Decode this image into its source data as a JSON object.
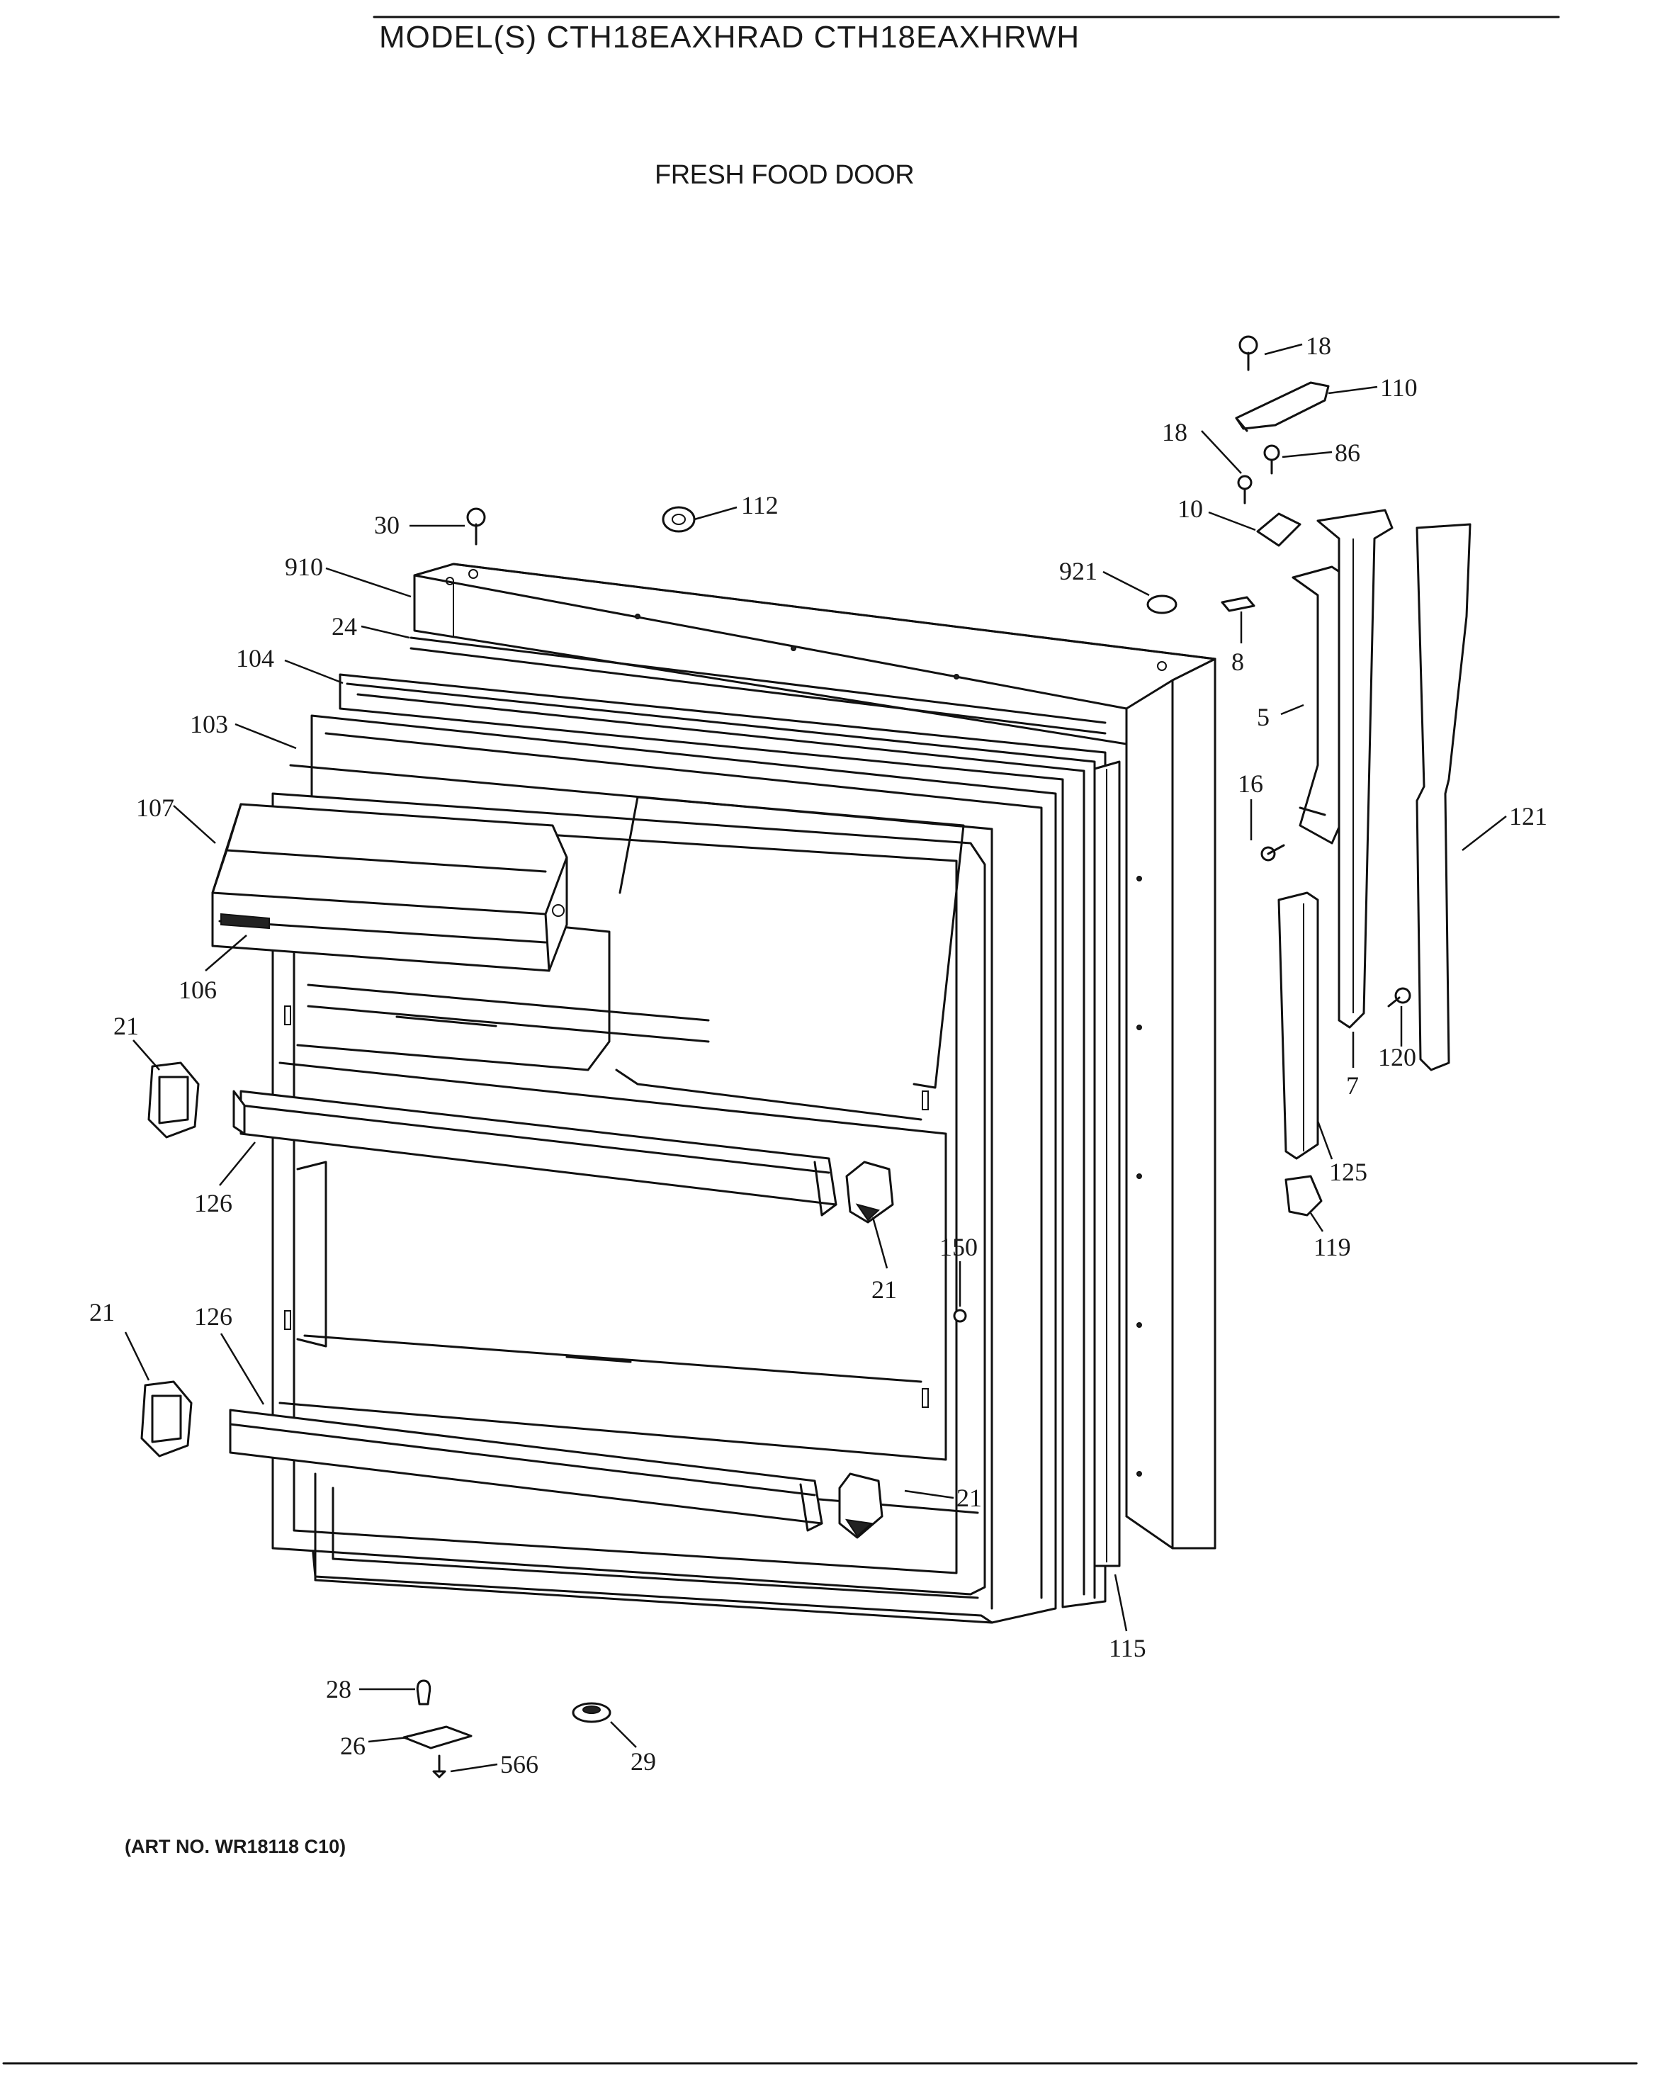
{
  "header": {
    "title": "MODEL(S) CTH18EAXHRAD  CTH18EAXHRWH",
    "subtitle": "FRESH FOOD DOOR"
  },
  "footer": {
    "art_number": "(ART NO. WR18118 C10)"
  },
  "callouts": [
    {
      "id": "18a",
      "label": "18"
    },
    {
      "id": "110",
      "label": "110"
    },
    {
      "id": "18b",
      "label": "18"
    },
    {
      "id": "86",
      "label": "86"
    },
    {
      "id": "10",
      "label": "10"
    },
    {
      "id": "30",
      "label": "30"
    },
    {
      "id": "112",
      "label": "112"
    },
    {
      "id": "910",
      "label": "910"
    },
    {
      "id": "921",
      "label": "921"
    },
    {
      "id": "24",
      "label": "24"
    },
    {
      "id": "8",
      "label": "8"
    },
    {
      "id": "104",
      "label": "104"
    },
    {
      "id": "5",
      "label": "5"
    },
    {
      "id": "103",
      "label": "103"
    },
    {
      "id": "16",
      "label": "16"
    },
    {
      "id": "107",
      "label": "107"
    },
    {
      "id": "121",
      "label": "121"
    },
    {
      "id": "106",
      "label": "106"
    },
    {
      "id": "21a",
      "label": "21"
    },
    {
      "id": "120",
      "label": "120"
    },
    {
      "id": "7",
      "label": "7"
    },
    {
      "id": "126a",
      "label": "126"
    },
    {
      "id": "125",
      "label": "125"
    },
    {
      "id": "150",
      "label": "150"
    },
    {
      "id": "119",
      "label": "119"
    },
    {
      "id": "21b",
      "label": "21"
    },
    {
      "id": "21c",
      "label": "21"
    },
    {
      "id": "126b",
      "label": "126"
    },
    {
      "id": "21d",
      "label": "21"
    },
    {
      "id": "115",
      "label": "115"
    },
    {
      "id": "28",
      "label": "28"
    },
    {
      "id": "26",
      "label": "26"
    },
    {
      "id": "566",
      "label": "566"
    },
    {
      "id": "29",
      "label": "29"
    }
  ]
}
